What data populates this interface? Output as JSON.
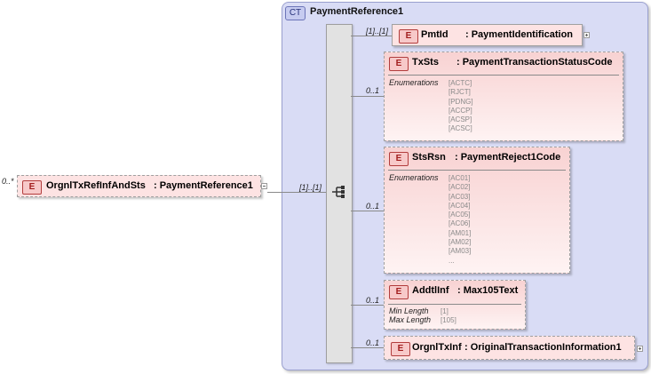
{
  "root": {
    "multiplicity": "0..*",
    "badge": "E",
    "name": "OrgnlTxRefInfAndSts",
    "type": ": PaymentReference1"
  },
  "connector_multiplicity": "[1]..[1]",
  "complex_type": {
    "badge": "CT",
    "name": "PaymentReference1"
  },
  "children": [
    {
      "multiplicity": "[1]..[1]",
      "badge": "E",
      "name": "PmtId",
      "type": ": PaymentIdentification"
    },
    {
      "multiplicity": "0..1",
      "badge": "E",
      "name": "TxSts",
      "type": ": PaymentTransactionStatusCode",
      "facet_label": "Enumerations",
      "enumerations": [
        "[ACTC]",
        "[RJCT]",
        "[PDNG]",
        "[ACCP]",
        "[ACSP]",
        "[ACSC]"
      ]
    },
    {
      "multiplicity": "0..1",
      "badge": "E",
      "name": "StsRsn",
      "type": ": PaymentReject1Code",
      "facet_label": "Enumerations",
      "enumerations": [
        "[AC01]",
        "[AC02]",
        "[AC03]",
        "[AC04]",
        "[AC05]",
        "[AC06]",
        "[AM01]",
        "[AM02]",
        "[AM03]",
        "..."
      ]
    },
    {
      "multiplicity": "0..1",
      "badge": "E",
      "name": "AddtlInf",
      "type": ": Max105Text",
      "facets": [
        {
          "label": "Min Length",
          "value": "[1]"
        },
        {
          "label": "Max Length",
          "value": "[105]"
        }
      ]
    },
    {
      "multiplicity": "0..1",
      "badge": "E",
      "name": "OrgnlTxInf",
      "type": ": OriginalTransactionInformation1"
    }
  ]
}
